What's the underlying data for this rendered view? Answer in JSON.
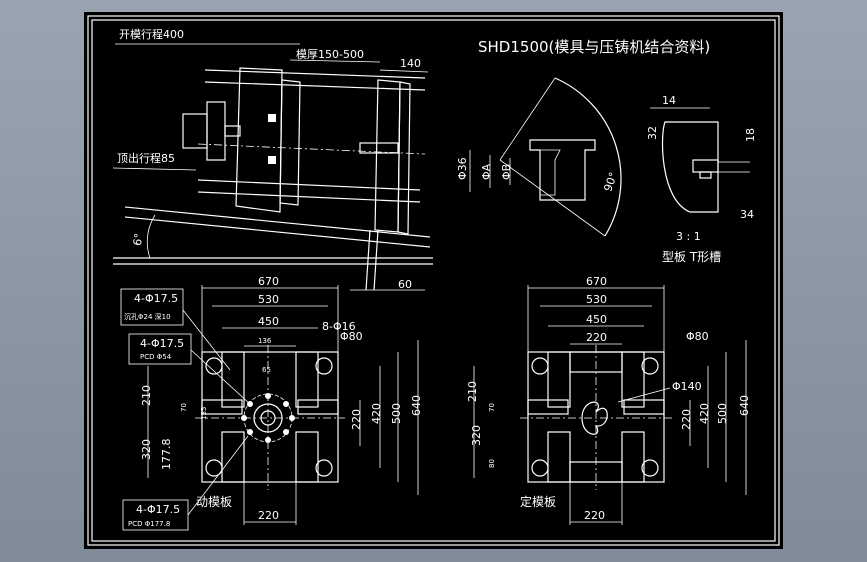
{
  "title": "SHD1500(模具与压铸机结合资料)",
  "side_view": {
    "open_stroke": "开模行程400",
    "mold_thickness": "模厚150-500",
    "eject_stroke": "顶出行程85",
    "angle": "6°",
    "dim_140": "140",
    "dim_60": "60"
  },
  "nozzle_detail": {
    "d36": "Φ36",
    "dA": "ΦA",
    "dB": "ΦB",
    "angle": "90°"
  },
  "t_slot_detail": {
    "d14": "14",
    "d32": "32",
    "d18": "18",
    "d34": "34",
    "scale": "3 : 1",
    "label": "型板 T形槽"
  },
  "moving_platen": {
    "label": "动模板",
    "dim_670": "670",
    "dim_530": "530",
    "dim_450": "450",
    "dim_136": "136",
    "dim_65": "65",
    "dim_8phi16": "8-Φ16",
    "dim_phi80": "Φ80",
    "dim_210": "210",
    "dim_70": "70",
    "dim_135": "135",
    "dim_320": "320",
    "dim_177_8": "177.8",
    "dim_220h": "220",
    "dim_420": "420",
    "dim_500": "500",
    "dim_640": "640",
    "dim_220b": "220",
    "callout_1": "4-Φ17.5",
    "callout_1_sub": "沉孔Φ24 深10",
    "callout_2": "4-Φ17.5",
    "callout_2_sub": "PCD Φ54",
    "callout_3": "4-Φ17.5",
    "callout_3_sub": "PCD Φ177.8"
  },
  "fixed_platen": {
    "label": "定模板",
    "dim_670": "670",
    "dim_530": "530",
    "dim_450": "450",
    "dim_220t": "220",
    "dim_phi80": "Φ80",
    "dim_phi140": "Φ140",
    "dim_210": "210",
    "dim_70": "70",
    "dim_320": "320",
    "dim_80": "80",
    "dim_220h": "220",
    "dim_420": "420",
    "dim_500": "500",
    "dim_640": "640",
    "dim_220b": "220"
  },
  "colors": {
    "background": "#000000",
    "lines": "#ffffff",
    "window": "#8e99a6"
  }
}
